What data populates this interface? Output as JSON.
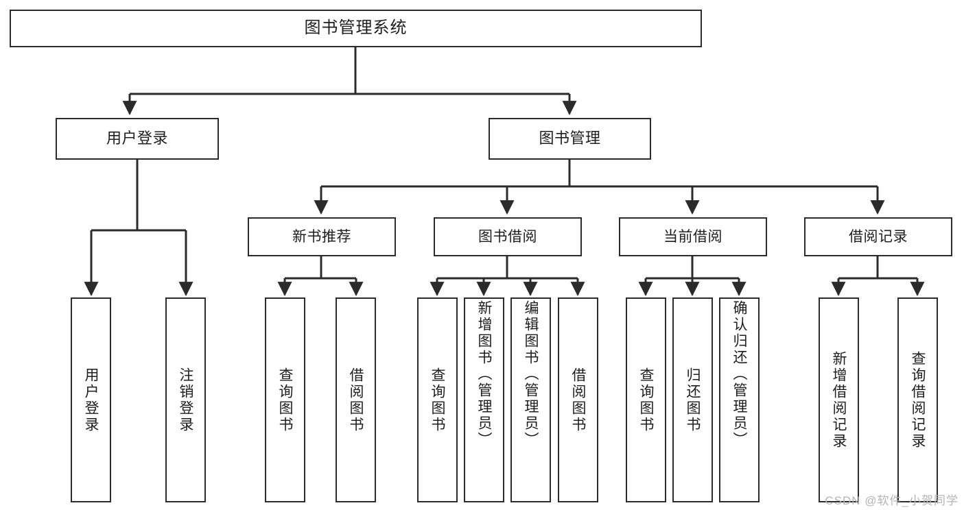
{
  "diagram": {
    "title": "图书管理系统",
    "watermark": "CSDN @软件_小贺同学",
    "stroke_color": "#2b2b2b",
    "background_color": "#ffffff",
    "text_color": "#1d1d1d",
    "watermark_color": "#b4b4b4"
  },
  "nodes": {
    "root": "图书管理系统",
    "level1": {
      "user_login": "用户登录",
      "book_manage": "图书管理"
    },
    "level2": {
      "new_book_rec": "新书推荐",
      "book_borrow": "图书借阅",
      "current_borrow": "当前借阅",
      "borrow_record": "借阅记录"
    },
    "leaves": {
      "user_login_1": "用户登录",
      "user_login_2": "注销登录",
      "new_book_rec_1": "查询图书",
      "new_book_rec_2": "借阅图书",
      "book_borrow_1": "查询图书",
      "book_borrow_2": "新增图书（管理员）",
      "book_borrow_3": "编辑图书（管理员）",
      "book_borrow_4": "借阅图书",
      "current_borrow_1": "查询图书",
      "current_borrow_2": "归还图书",
      "current_borrow_3": "确认归还（管理员）",
      "borrow_record_1": "新增借阅记录",
      "borrow_record_2": "查询借阅记录"
    }
  },
  "tree": {
    "type": "hierarchy",
    "root": "图书管理系统",
    "children": [
      {
        "label": "用户登录",
        "children": [
          {
            "label": "用户登录"
          },
          {
            "label": "注销登录"
          }
        ]
      },
      {
        "label": "图书管理",
        "children": [
          {
            "label": "新书推荐",
            "children": [
              {
                "label": "查询图书"
              },
              {
                "label": "借阅图书"
              }
            ]
          },
          {
            "label": "图书借阅",
            "children": [
              {
                "label": "查询图书"
              },
              {
                "label": "新增图书（管理员）"
              },
              {
                "label": "编辑图书（管理员）"
              },
              {
                "label": "借阅图书"
              }
            ]
          },
          {
            "label": "当前借阅",
            "children": [
              {
                "label": "查询图书"
              },
              {
                "label": "归还图书"
              },
              {
                "label": "确认归还（管理员）"
              }
            ]
          },
          {
            "label": "借阅记录",
            "children": [
              {
                "label": "新增借阅记录"
              },
              {
                "label": "查询借阅记录"
              }
            ]
          }
        ]
      }
    ]
  }
}
